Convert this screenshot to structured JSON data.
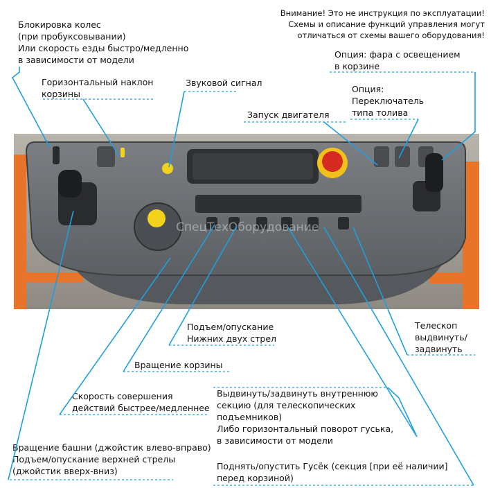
{
  "warning": "Внимание! Это не инструкция по эксплуатации!\nСхемы и описание функций управления могут\nотличаться от схемы вашего оборудования!",
  "watermark": "СпецТехОборудование",
  "labels": {
    "wheel_lock": "Блокировка колес\n(при пробуксовывании)\nИли скорость езды быстро/медленно\nв зависимости от модели",
    "basket_tilt": "Горизонтальный наклон\nкорзины",
    "horn": "Звуковой сигнал",
    "engine_start": "Запуск двигателя",
    "headlight": "Опция: фара с освещением\nв корзине",
    "fuel_switch": "Опция:\nПереключатель\nтипа толива",
    "lower_booms": "Подъем/опускание\nНижних двух стрел",
    "basket_rotate": "Вращение корзины",
    "speed": "Скорость совершения\nдействий быстрее/медленнее",
    "telescope": "Телескоп\nвыдвинуть/\nзадвинуть",
    "inner_section": "Выдвинуть/задвинуть внутреннюю\nсекцию (для телескопических\nподъемников)\nЛибо горизонтальный поворот гуська,\nв зависимости от модели",
    "turret_joystick": "Вращение башни (джойстик влево-вправо)\nПодъем/опускание верхней стрелы\n(джойстик вверх-вниз)",
    "jib": "Поднять/опустить Гусёк (секция [при её наличии]\nперед корзиной)"
  },
  "colors": {
    "leader": "#1e9fe0",
    "panel": "#6b6e72",
    "rail": "#e8742a",
    "estop": "#d62a1e",
    "button": "#f2d21a"
  }
}
